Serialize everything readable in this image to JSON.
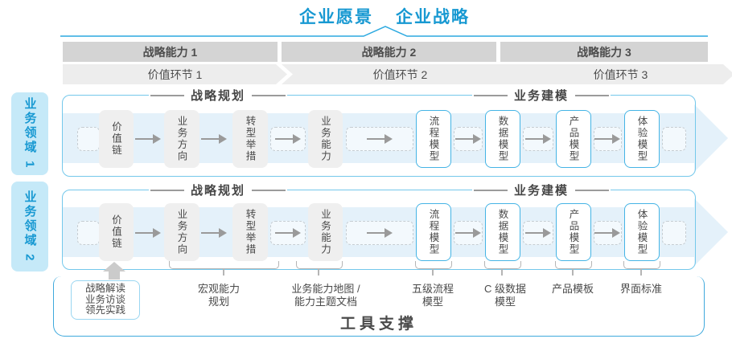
{
  "header": {
    "vision": "企业愿景",
    "strategy": "企业战略"
  },
  "capability_bars": [
    {
      "label": "战略能力 1"
    },
    {
      "label": "战略能力 2"
    },
    {
      "label": "战略能力 3"
    }
  ],
  "value_chain_bars": [
    {
      "label": "价值环节 1"
    },
    {
      "label": "价值环节 2"
    },
    {
      "label": "价值环节 3"
    }
  ],
  "domains": [
    {
      "label": "业务领域 1"
    },
    {
      "label": "业务领域 2"
    }
  ],
  "row": {
    "sections": [
      {
        "title": "战略规划"
      },
      {
        "title": "业务建模"
      }
    ],
    "boxes": [
      {
        "label": "价值链",
        "style": "gray"
      },
      {
        "label": "业务方向",
        "style": "gray"
      },
      {
        "label": "转型举措",
        "style": "gray"
      },
      {
        "label": "业务能力",
        "style": "gray"
      },
      {
        "label": "流程模型",
        "style": "blue"
      },
      {
        "label": "数据模型",
        "style": "blue"
      },
      {
        "label": "产品模型",
        "style": "blue"
      },
      {
        "label": "体验模型",
        "style": "blue"
      }
    ]
  },
  "annotations": {
    "boxed": {
      "lines": [
        "战略解读",
        "业务访谈",
        "领先实践"
      ]
    },
    "items": [
      {
        "line1": "宏观能力",
        "line2": "规划"
      },
      {
        "line1": "业务能力地图 /",
        "line2": "能力主题文档"
      },
      {
        "line1": "五级流程",
        "line2": "模型"
      },
      {
        "line1": "C 级数据",
        "line2": "模型"
      },
      {
        "line1": "产品模板",
        "line2": ""
      },
      {
        "line1": "界面标准",
        "line2": ""
      }
    ]
  },
  "footer": {
    "label": "工具支撑"
  },
  "colors": {
    "accent_blue": "#1899D2",
    "row_border_blue": "#74C8EB",
    "band_blue": "#E4F1FA",
    "bar_gray": "#D4D4D4",
    "chevron_gray": "#EDEDED",
    "box_gray": "#EFEFEF",
    "model_box_border": "#45B4E5",
    "domain_bg": "#C5E9F8",
    "tools_border": "#3FA9DC",
    "text_dark": "#4A4A4A"
  }
}
